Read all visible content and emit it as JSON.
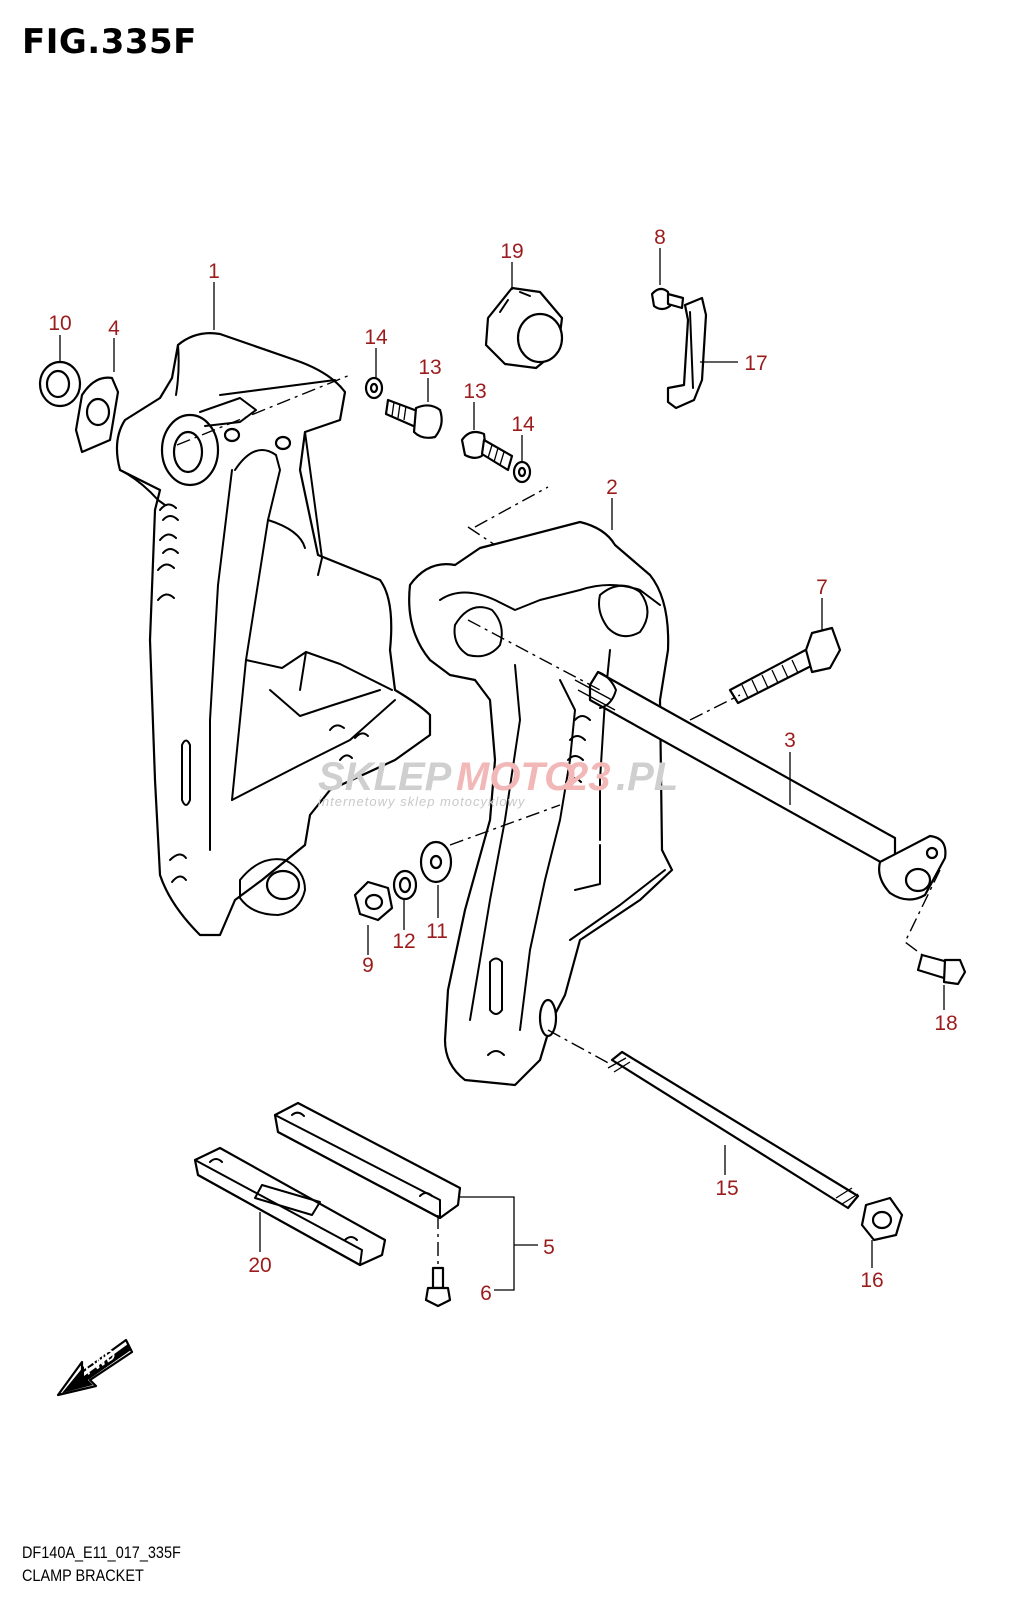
{
  "figure": {
    "title": "FIG.335F",
    "code": "DF140A_E11_017_335F",
    "name": "CLAMP BRACKET"
  },
  "fwd_label": "FWD",
  "watermark": {
    "main_left": "SKLEP",
    "main_mid": "MOTO",
    "main_right": "23",
    "main_suffix": ".PL",
    "sub": "internetowy sklep motocyklowy"
  },
  "callouts": [
    "1",
    "2",
    "3",
    "4",
    "5",
    "6",
    "7",
    "8",
    "9",
    "10",
    "11",
    "12",
    "13",
    "13",
    "14",
    "14",
    "15",
    "16",
    "17",
    "18",
    "19",
    "20"
  ],
  "colors": {
    "callout": "#9b1c1c",
    "line": "#000000",
    "watermark": "#cfcfcf",
    "watermark_accent": "#f2b8b8"
  }
}
